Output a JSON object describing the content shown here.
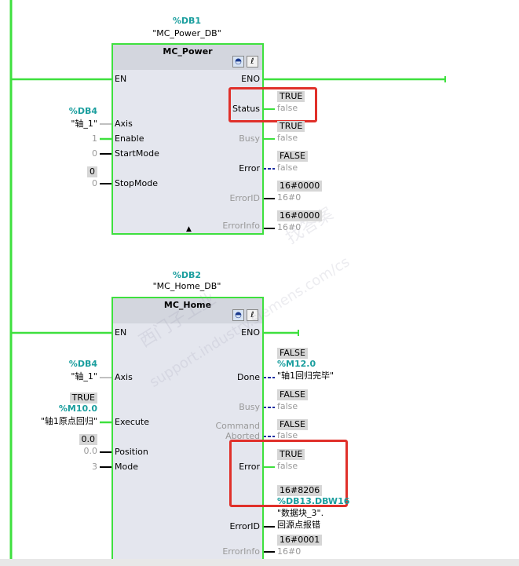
{
  "block1": {
    "instance_address": "%DB1",
    "instance_name": "\"MC_Power_DB\"",
    "title": "MC_Power",
    "pins_in": {
      "en": "EN",
      "axis": "Axis",
      "enable": "Enable",
      "startmode": "StartMode",
      "stopmode": "StopMode"
    },
    "pins_out": {
      "eno": "ENO",
      "status": "Status",
      "busy": "Busy",
      "error": "Error",
      "errorid": "ErrorID",
      "errorinfo": "ErrorInfo"
    },
    "inputs": {
      "axis_address": "%DB4",
      "axis_name": "\"轴_1\"",
      "enable_value": "1",
      "startmode_value": "0",
      "stopmode_monitor": "0",
      "stopmode_value": "0"
    },
    "outputs": {
      "status_monitor": "TRUE",
      "status_value": "false",
      "busy_monitor": "TRUE",
      "busy_value": "false",
      "error_monitor": "FALSE",
      "error_value": "false",
      "errorid_monitor": "16#0000",
      "errorid_value": "16#0",
      "errorinfo_monitor": "16#0000",
      "errorinfo_value": "16#0"
    }
  },
  "block2": {
    "instance_address": "%DB2",
    "instance_name": "\"MC_Home_DB\"",
    "title": "MC_Home",
    "pins_in": {
      "en": "EN",
      "axis": "Axis",
      "execute": "Execute",
      "position": "Position",
      "mode": "Mode"
    },
    "pins_out": {
      "eno": "ENO",
      "done": "Done",
      "busy": "Busy",
      "command": "Command",
      "aborted": "Aborted",
      "error": "Error",
      "errorid": "ErrorID",
      "errorinfo": "ErrorInfo"
    },
    "inputs": {
      "axis_address": "%DB4",
      "axis_name": "\"轴_1\"",
      "execute_monitor": "TRUE",
      "execute_address": "%M10.0",
      "execute_name": "\"轴1原点回归\"",
      "position_monitor": "0.0",
      "position_value": "0.0",
      "mode_value": "3"
    },
    "outputs": {
      "done_monitor": "FALSE",
      "done_address": "%M12.0",
      "done_name": "\"轴1回归完毕\"",
      "busy_monitor": "FALSE",
      "busy_value": "false",
      "aborted_monitor": "FALSE",
      "aborted_value": "false",
      "error_monitor": "TRUE",
      "error_value": "false",
      "errorid_monitor": "16#8206",
      "errorid_address": "%DB13.DBW16",
      "errorid_name1": "\"数据块_3\".",
      "errorid_name2": "回源点报错",
      "errorinfo_monitor": "16#0001",
      "errorinfo_value": "16#0"
    }
  },
  "watermark": [
    "西门子工业",
    "support.industry.siemens.com/cs",
    "找答案"
  ],
  "colors": {
    "power_flow": "#3ee03e",
    "highlight": "#e0302a",
    "address": "#1a9e9e",
    "block_bg": "#e4e6ee"
  }
}
